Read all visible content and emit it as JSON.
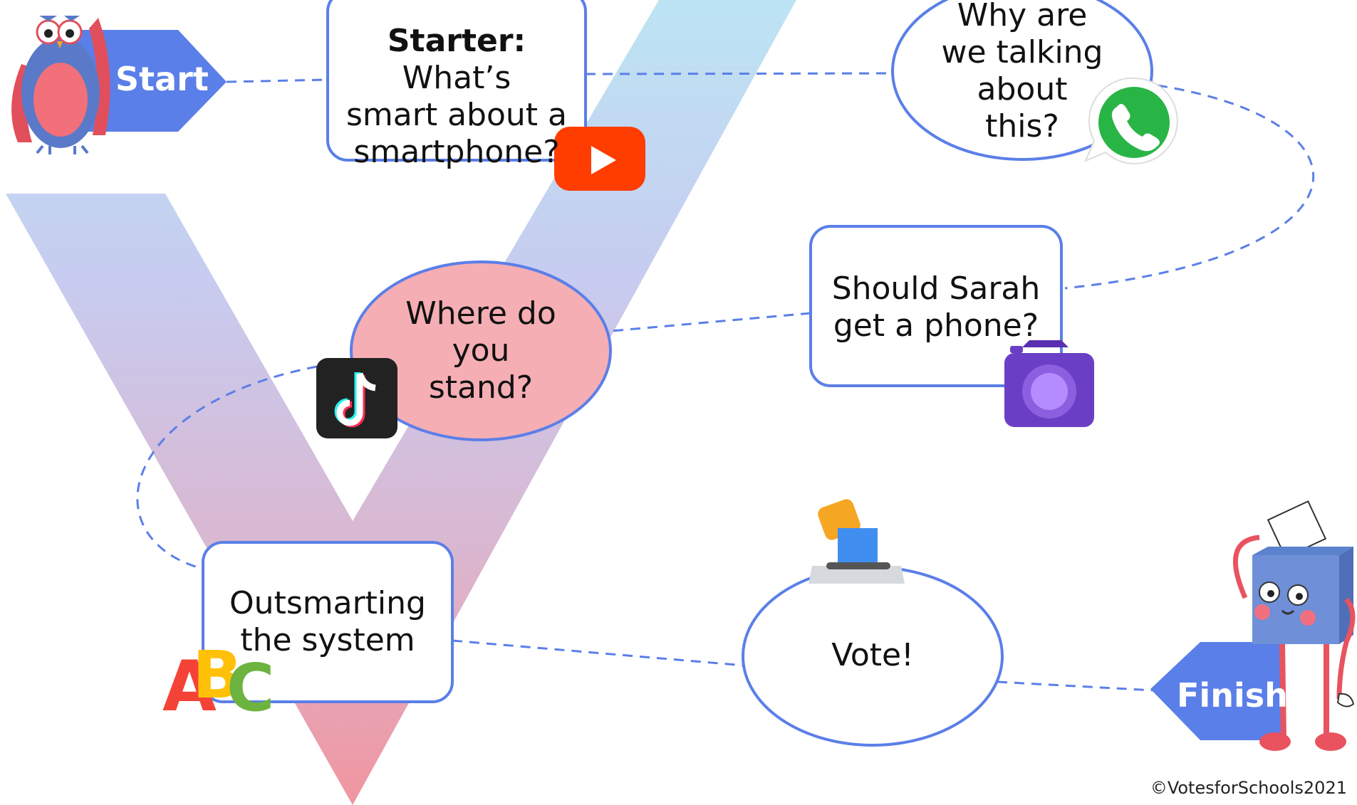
{
  "start_label": "Start",
  "finish_label": "Finish",
  "steps": {
    "starter": {
      "bold": "Starter:",
      "text_line1": " What’s",
      "line2": "smart about a",
      "line3": "smartphone?"
    },
    "why": {
      "line1": "Why are",
      "line2": "we talking",
      "line3": "about",
      "line4": "this?"
    },
    "sarah": {
      "line1": "Should Sarah",
      "line2": "get a phone?"
    },
    "stand": {
      "line1": "Where do",
      "line2": "you",
      "line3": "stand?"
    },
    "outsmart": {
      "line1": "Outsmarting",
      "line2": "the system"
    },
    "vote": {
      "line1": "Vote!"
    }
  },
  "copyright": "©VotesforSchools2021",
  "icons": [
    "owl-mascot-icon",
    "youtube-icon",
    "whatsapp-icon",
    "camera-icon",
    "tiktok-icon",
    "abc-blocks-icon",
    "ballot-box-icon",
    "ballot-box-mascot-icon"
  ],
  "colors": {
    "border": "#5b7fe8",
    "flag": "#5b7fe8",
    "pink": "#f5aeb4",
    "youtube": "#ff3d00",
    "whatsapp": "#29b546",
    "camera": "#6a3fc5"
  }
}
